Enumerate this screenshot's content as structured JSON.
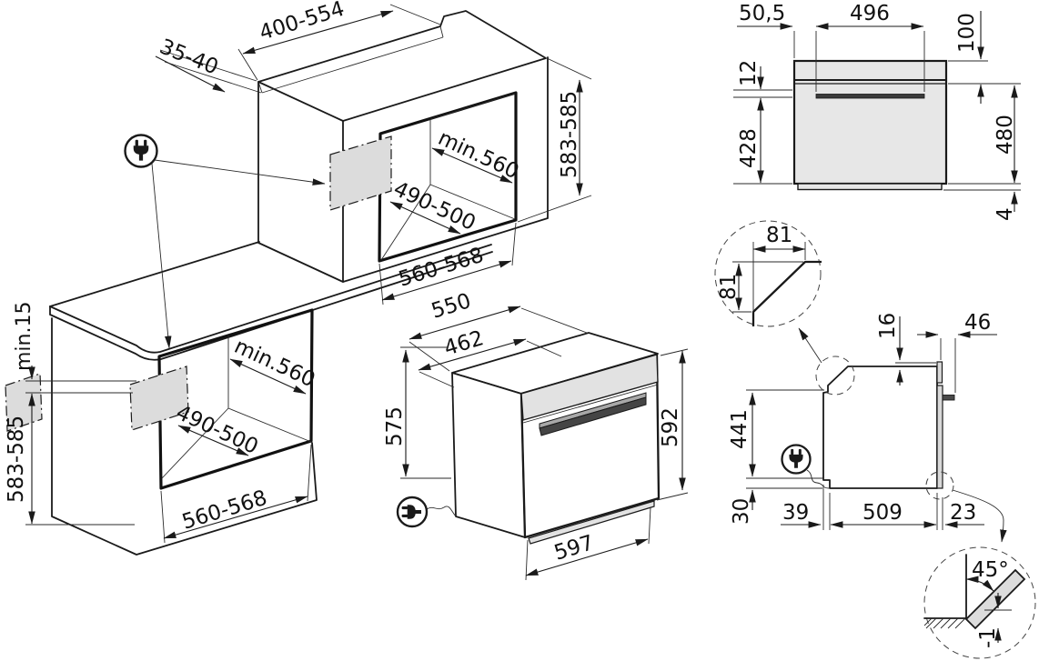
{
  "meta": {
    "title": "Built-in oven installation dimensions diagram",
    "background_color": "#ffffff",
    "line_color": "#1a1a1a",
    "panel_gray": "#e7e7e7",
    "icons": {
      "power_plug": "power-plug-icon",
      "detail_circle": "detail-circle"
    }
  },
  "dims": {
    "top_cabinet": {
      "recess_width": "400-554",
      "recess_depth": "35-40",
      "niche_depth": "min.560",
      "service_width": "490-500",
      "niche_height": "583-585",
      "niche_width": "560-568"
    },
    "base_cabinet": {
      "top_clearance": "min.15",
      "niche_height": "583-585",
      "niche_depth": "min.560",
      "service_width": "490-500",
      "niche_width": "560-568"
    },
    "oven_front": {
      "depth": "550",
      "inner_width": "462",
      "carcass_height": "575",
      "door_height": "592",
      "width": "597"
    },
    "oven_top": {
      "side_offset": "50,5",
      "vent_width": "496",
      "vent_depth": "100",
      "trim_height": "12",
      "body_depth": "428",
      "rear_height": "480",
      "base_height": "4"
    },
    "corner_detail": {
      "chamfer_width": "81",
      "chamfer_height": "81"
    },
    "oven_side": {
      "top_lip": "16",
      "handle_depth": "46",
      "side_height": "441",
      "bottom_offset": "30",
      "front_offset": "39",
      "body_depth": "509",
      "door_thickness": "23"
    },
    "door_detail": {
      "open_angle": "45°",
      "floor_offset": "-1"
    }
  }
}
